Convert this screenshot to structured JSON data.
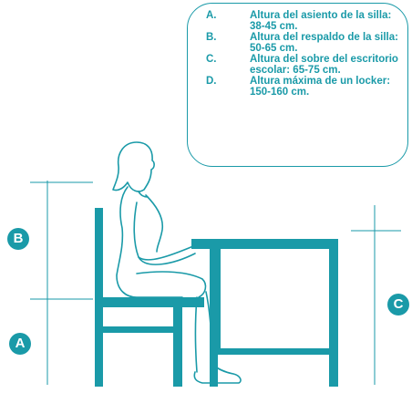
{
  "legend": [
    {
      "letter": "A.",
      "text": "Altura del asiento de la silla: 38-45 cm."
    },
    {
      "letter": "B.",
      "text": "Altura del respaldo de la silla: 50-65 cm."
    },
    {
      "letter": "C.",
      "text": "Altura del sobre del escritorio escolar: 65-75 cm."
    },
    {
      "letter": "D.",
      "text": "Altura máxima de un locker: 150-160 cm."
    }
  ],
  "markers": {
    "a": "A",
    "b": "B",
    "c": "C"
  },
  "colors": {
    "accent": "#1a9aa8",
    "line": "#1a9aa8"
  }
}
